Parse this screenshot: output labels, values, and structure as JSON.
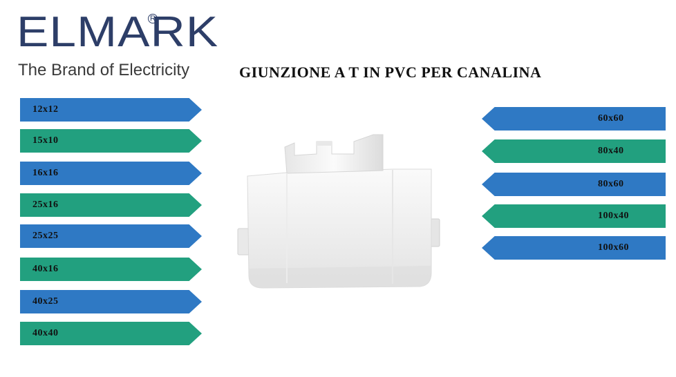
{
  "brand": {
    "name": "ELMARK",
    "registered_mark": "R",
    "tagline": "The Brand of Electricity"
  },
  "title": "GIUNZIONE A T IN PVC PER CANALINA",
  "colors": {
    "blue": "#2f79c4",
    "green": "#22a07f",
    "brand_navy": "#2d3e68"
  },
  "left_sizes": [
    {
      "label": "12x12",
      "color": "blue"
    },
    {
      "label": "15x10",
      "color": "green"
    },
    {
      "label": "16x16",
      "color": "blue"
    },
    {
      "label": "25x16",
      "color": "green"
    },
    {
      "label": "25x25",
      "color": "blue"
    },
    {
      "label": "40x16",
      "color": "green"
    },
    {
      "label": "40x25",
      "color": "blue"
    },
    {
      "label": "40x40",
      "color": "green"
    }
  ],
  "right_sizes": [
    {
      "label": "60x60",
      "color": "blue"
    },
    {
      "label": "80x40",
      "color": "green"
    },
    {
      "label": "80x60",
      "color": "blue"
    },
    {
      "label": "100x40",
      "color": "green"
    },
    {
      "label": "100x60",
      "color": "blue"
    }
  ],
  "product_image": "pvc-t-junction-photo"
}
